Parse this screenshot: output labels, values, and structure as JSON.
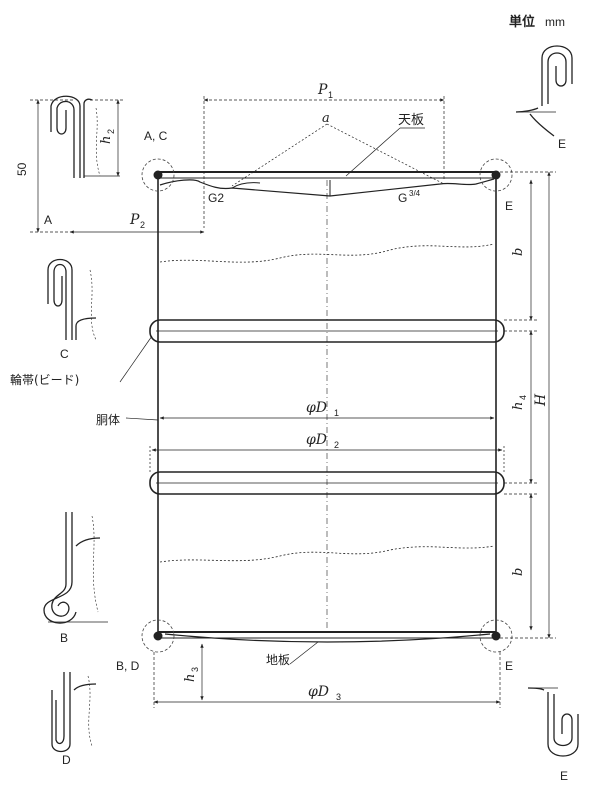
{
  "header": {
    "unit_label": "単位",
    "unit_value": "mm"
  },
  "labels": {
    "p1": "P",
    "p1_sub": "1",
    "p2": "P",
    "p2_sub": "2",
    "h2": "h",
    "h2_sub": "2",
    "h3": "h",
    "h3_sub": "3",
    "h4": "h",
    "h4_sub": "4",
    "H": "H",
    "b_top": "b",
    "b_bottom": "b",
    "dim_50": "50",
    "a": "a",
    "top_plate": "天板",
    "bottom_plate": "地板",
    "body": "胴体",
    "bead": "輪帯(ビード)",
    "g2": "G2",
    "g34": "G",
    "g34_frac": "3/4",
    "ac": "A, C",
    "bd": "B, D",
    "e_top": "E",
    "e_bot": "E",
    "d1": "φD",
    "d1_sub": "1",
    "d2": "φD",
    "d2_sub": "2",
    "d3": "φD",
    "d3_sub": "3"
  },
  "details": {
    "a": "A",
    "b": "B",
    "c": "C",
    "d": "D",
    "e_top": "E",
    "e_bottom": "E"
  }
}
